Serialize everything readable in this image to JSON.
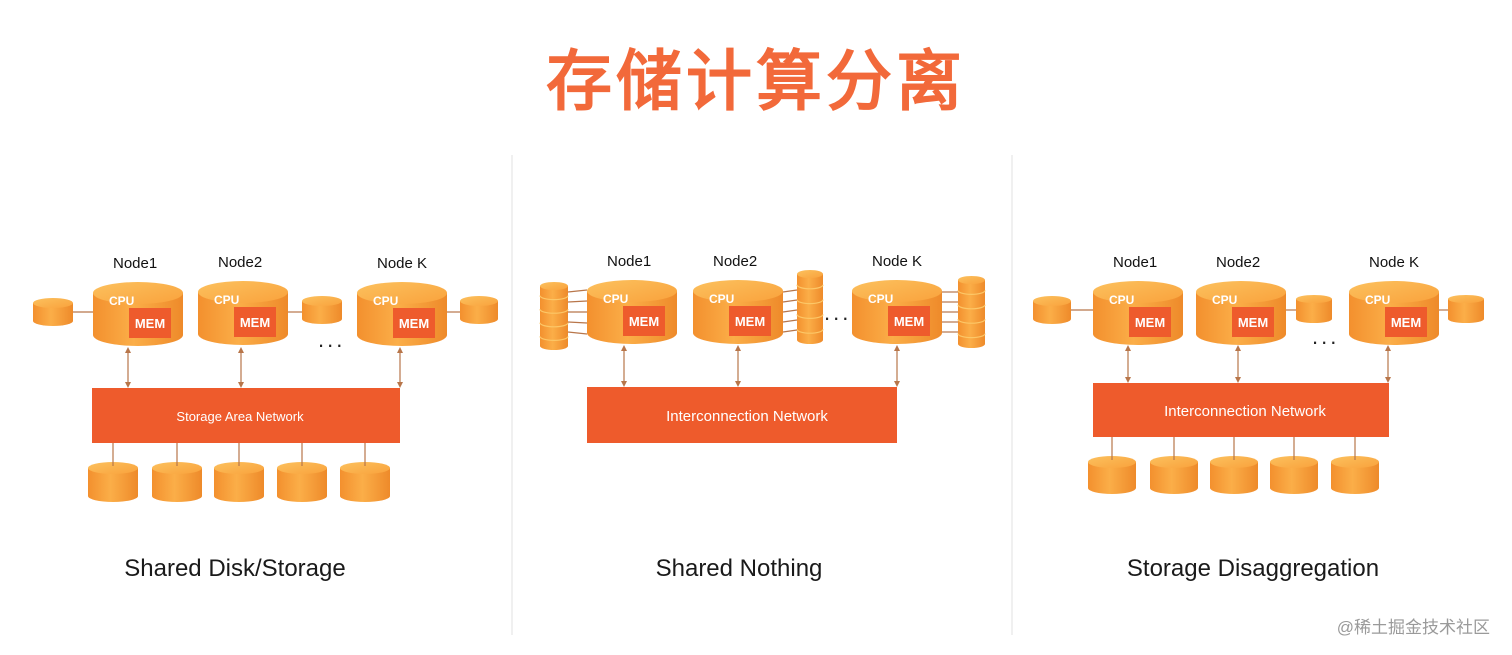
{
  "title": "存储计算分离",
  "colors": {
    "title": "#F2693A",
    "orange_light": "#FBB046",
    "orange_mid": "#F9A03A",
    "orange_dark": "#E98C2C",
    "network_fill": "#EE5B2C",
    "mem_fill": "#EE5B2C",
    "arrow": "#B8764A",
    "divider": "#E2E2E2",
    "caption": "#1A1A1A",
    "watermark": "#9A9A9A"
  },
  "node_text": {
    "cpu": "CPU",
    "mem": "MEM",
    "ellipsis": "..."
  },
  "panels": [
    {
      "id": "shared-disk",
      "caption": "Shared Disk/Storage",
      "network_label": "Storage Area Network",
      "node_labels": [
        "Node1",
        "Node2",
        "Node K"
      ]
    },
    {
      "id": "shared-nothing",
      "caption": "Shared Nothing",
      "network_label": "Interconnection Network",
      "node_labels": [
        "Node1",
        "Node2",
        "Node K"
      ]
    },
    {
      "id": "storage-disaggregation",
      "caption": "Storage Disaggregation",
      "network_label": "Interconnection Network",
      "node_labels": [
        "Node1",
        "Node2",
        "Node K"
      ]
    }
  ],
  "watermark": "@稀土掘金技术社区"
}
